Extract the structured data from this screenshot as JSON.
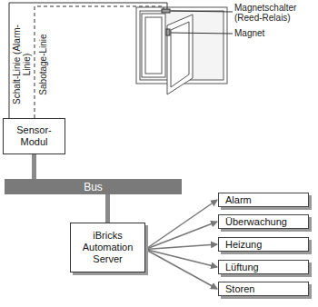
{
  "diagram": {
    "nodes": [
      {
        "text": [
          "Sensor- Modul"
        ]
      },
      {
        "text": [
          "Bus"
        ]
      },
      {
        "text": [
          "iBricks Automation Server"
        ]
      },
      {
        "text": [
          "Alarm"
        ]
      },
      {
        "text": [
          "Überwachung"
        ]
      },
      {
        "text": [
          "Heizung"
        ]
      },
      {
        "text": [
          "Lüftung"
        ]
      },
      {
        "text": [
          "Storen"
        ]
      }
    ],
    "edges": [
      {
        "from": 0,
        "to": 1,
        "arrow": "none"
      },
      {
        "from": 1,
        "to": 2,
        "arrow": "none"
      },
      {
        "from": 2,
        "to": 3,
        "arrow": "to"
      },
      {
        "from": 2,
        "to": 4,
        "arrow": "to"
      },
      {
        "from": 2,
        "to": 5,
        "arrow": "to"
      },
      {
        "from": 2,
        "to": 6,
        "arrow": "to"
      },
      {
        "from": 2,
        "to": 7,
        "arrow": "to"
      }
    ],
    "labels": [
      "Magnetschalter (Reed-Relais)",
      "Magnet",
      "Schalt-Linie (Alarm-Linie)",
      "Sabotage-Linie"
    ]
  }
}
